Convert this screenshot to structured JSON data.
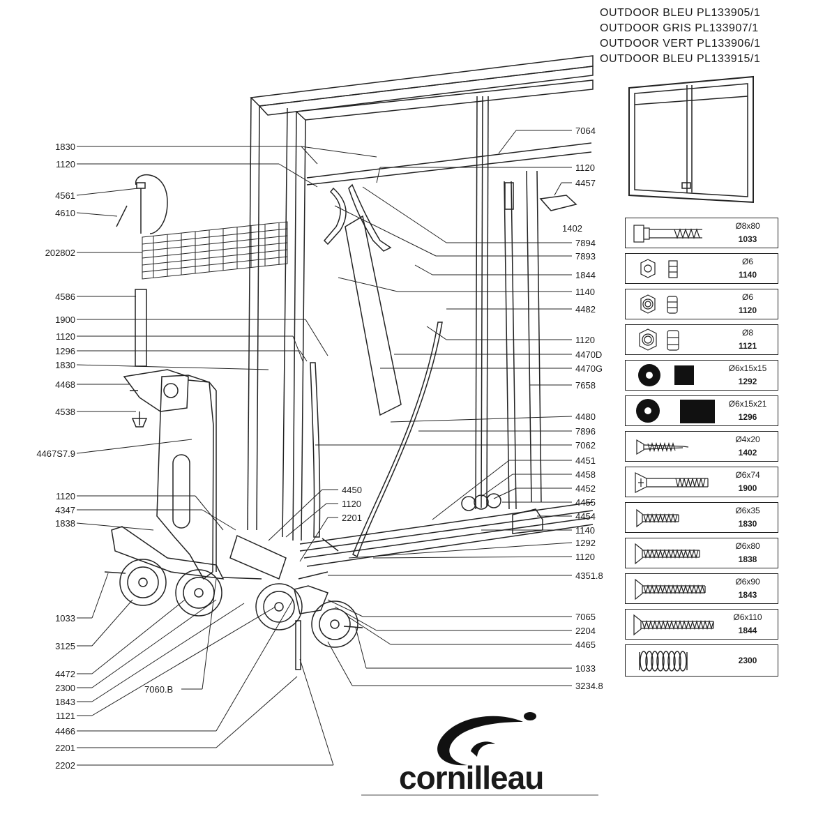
{
  "models": [
    "OUTDOOR  BLEU  PL133905/1",
    "OUTDOOR  GRIS  PL133907/1",
    "OUTDOOR  VERT  PL133906/1",
    "OUTDOOR  BLEU  PL133915/1"
  ],
  "left_labels": [
    "1830",
    "1120",
    "4561",
    "4610",
    "202802",
    "4586",
    "1900",
    "1120",
    "1296",
    "1830",
    "4468",
    "4538",
    "4467S7.9",
    "1120",
    "4347",
    "1838",
    "1033",
    "3125",
    "4472",
    "2300",
    "1843",
    "1121",
    "4466",
    "2201",
    "2202"
  ],
  "right_labels": [
    "7064",
    "1120",
    "4457",
    "1402",
    "7894",
    "7893",
    "1844",
    "1140",
    "4482",
    "1120",
    "4470D",
    "4470G",
    "7658",
    "4480",
    "7896",
    "7062",
    "4451",
    "4458",
    "4452",
    "4455",
    "4454",
    "1140",
    "1292",
    "1120",
    "4351.8",
    "7065",
    "2204",
    "4465",
    "1033",
    "3234.8"
  ],
  "center_labels": [
    "4450",
    "1120",
    "2201",
    "7060.B"
  ],
  "hardware": [
    {
      "spec": "Ø8x80",
      "code": "1033",
      "icon": "bolt-icon"
    },
    {
      "spec": "Ø6",
      "code": "1140",
      "icon": "hex-nut-icon"
    },
    {
      "spec": "Ø6",
      "code": "1120",
      "icon": "lock-nut-icon"
    },
    {
      "spec": "Ø8",
      "code": "1121",
      "icon": "lock-nut-icon"
    },
    {
      "spec": "Ø6x15x15",
      "code": "1292",
      "icon": "washer-icon"
    },
    {
      "spec": "Ø6x15x21",
      "code": "1296",
      "icon": "washer-icon"
    },
    {
      "spec": "Ø4x20",
      "code": "1402",
      "icon": "wood-screw-icon"
    },
    {
      "spec": "Ø6x74",
      "code": "1900",
      "icon": "countersunk-screw-icon"
    },
    {
      "spec": "Ø6x35",
      "code": "1830",
      "icon": "screw-icon"
    },
    {
      "spec": "Ø6x80",
      "code": "1838",
      "icon": "screw-icon"
    },
    {
      "spec": "Ø6x90",
      "code": "1843",
      "icon": "screw-icon"
    },
    {
      "spec": "Ø6x110",
      "code": "1844",
      "icon": "screw-icon"
    },
    {
      "spec": "",
      "code": "2300",
      "icon": "spring-icon"
    }
  ],
  "brand": "cornilleau"
}
